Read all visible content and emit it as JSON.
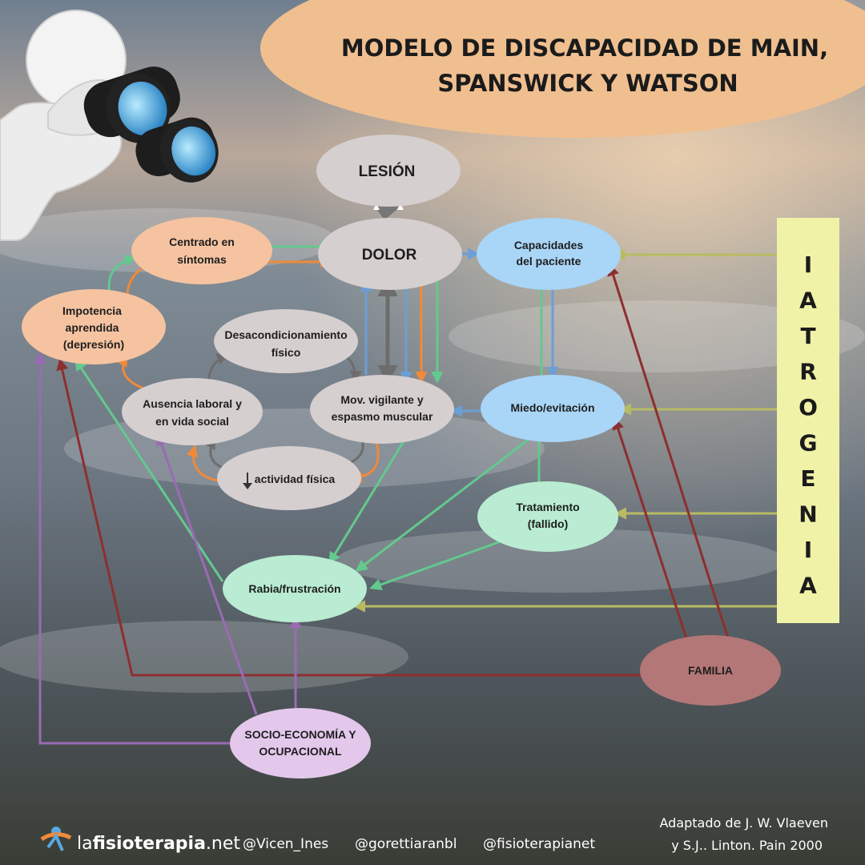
{
  "title": {
    "line1": "MODELO DE DISCAPACIDAD DE MAIN,",
    "line2": "SPANSWICK Y WATSON"
  },
  "nodes": {
    "lesion": {
      "lines": [
        "LESIÓN"
      ]
    },
    "dolor": {
      "lines": [
        "DOLOR"
      ]
    },
    "capacidades": {
      "lines": [
        "Capacidades",
        "del paciente"
      ]
    },
    "centrado": {
      "lines": [
        "Centrado en",
        "síntomas"
      ]
    },
    "impotencia": {
      "lines": [
        "Impotencia",
        "aprendida",
        "(depresión)"
      ]
    },
    "desacond": {
      "lines": [
        "Desacondicionamiento",
        "físico"
      ]
    },
    "mov": {
      "lines": [
        "Mov. vigilante y",
        "espasmo muscular"
      ]
    },
    "miedo": {
      "lines": [
        "Miedo/evitación"
      ]
    },
    "ausencia": {
      "lines": [
        "Ausencia laboral y",
        "en vida social"
      ]
    },
    "actividad": {
      "lines": [
        "actividad física"
      ],
      "prefix_icon": "down-arrow-icon"
    },
    "tratamiento": {
      "lines": [
        "Tratamiento",
        "(fallido)"
      ]
    },
    "rabia": {
      "lines": [
        "Rabia/frustración"
      ]
    },
    "familia": {
      "lines": [
        "FAMILIA"
      ]
    },
    "socio": {
      "lines": [
        "SOCIO-ECONOMÍA Y",
        "OCUPACIONAL"
      ]
    }
  },
  "iatrogenia": {
    "letters": [
      "I",
      "A",
      "T",
      "R",
      "O",
      "G",
      "E",
      "N",
      "I",
      "A"
    ]
  },
  "footer": {
    "brand_prefix": "la",
    "brand_main": "fisioterapia",
    "brand_suffix": ".net",
    "handles": [
      "@Vicen_Ines",
      "@gorettiaranbl",
      "@fisioterapianet"
    ],
    "credit_line1": "Adaptado de J. W. Vlaeven",
    "credit_line2": "y S.J.. Linton. Pain 2000"
  },
  "colors": {
    "grey_node": "#d6cfcf",
    "blue_node": "#a9d5f7",
    "peach_node": "#f5c3a0",
    "mint_node": "#b9ecd2",
    "red_node": "#b47777",
    "purple_node": "#e3c8ec",
    "iatrogenia_box": "#f0f2a8",
    "title_banner": "#f0bf90",
    "arrow_green": "#63c98e",
    "arrow_orange": "#f08a3a",
    "arrow_blue": "#6c9ed6",
    "arrow_grey": "#6d6d6d",
    "arrow_olive": "#b8bb62",
    "arrow_red": "#8d2f2f",
    "arrow_purple": "#9a6bb5"
  }
}
